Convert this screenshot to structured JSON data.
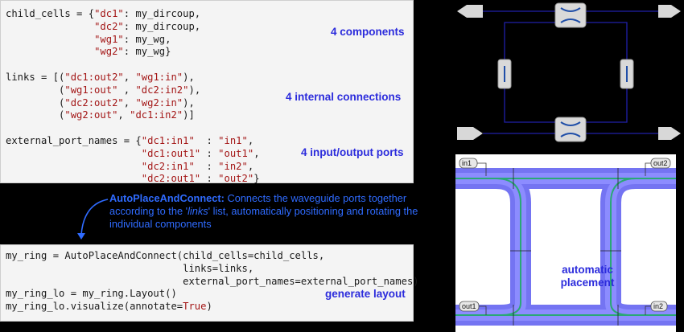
{
  "code_top": {
    "lines": [
      [
        [
          "k",
          "child_cells = {"
        ],
        [
          "s",
          "\"dc1\""
        ],
        [
          "k",
          ": my_dircoup,"
        ]
      ],
      [
        [
          "k",
          "               "
        ],
        [
          "s",
          "\"dc2\""
        ],
        [
          "k",
          ": my_dircoup,"
        ]
      ],
      [
        [
          "k",
          "               "
        ],
        [
          "s",
          "\"wg1\""
        ],
        [
          "k",
          ": my_wg,"
        ]
      ],
      [
        [
          "k",
          "               "
        ],
        [
          "s",
          "\"wg2\""
        ],
        [
          "k",
          ": my_wg}"
        ]
      ],
      [
        [
          "k",
          ""
        ]
      ],
      [
        [
          "k",
          "links = [("
        ],
        [
          "s",
          "\"dc1:out2\""
        ],
        [
          "k",
          ", "
        ],
        [
          "s",
          "\"wg1:in\""
        ],
        [
          "k",
          "),"
        ]
      ],
      [
        [
          "k",
          "         ("
        ],
        [
          "s",
          "\"wg1:out\""
        ],
        [
          "k",
          " , "
        ],
        [
          "s",
          "\"dc2:in2\""
        ],
        [
          "k",
          "),"
        ]
      ],
      [
        [
          "k",
          "         ("
        ],
        [
          "s",
          "\"dc2:out2\""
        ],
        [
          "k",
          ", "
        ],
        [
          "s",
          "\"wg2:in\""
        ],
        [
          "k",
          "),"
        ]
      ],
      [
        [
          "k",
          "         ("
        ],
        [
          "s",
          "\"wg2:out\""
        ],
        [
          "k",
          ", "
        ],
        [
          "s",
          "\"dc1:in2\""
        ],
        [
          "k",
          ")]"
        ]
      ],
      [
        [
          "k",
          ""
        ]
      ],
      [
        [
          "k",
          "external_port_names = {"
        ],
        [
          "s",
          "\"dc1:in1\""
        ],
        [
          "k",
          "  : "
        ],
        [
          "s",
          "\"in1\""
        ],
        [
          "k",
          ","
        ]
      ],
      [
        [
          "k",
          "                       "
        ],
        [
          "s",
          "\"dc1:out1\""
        ],
        [
          "k",
          " : "
        ],
        [
          "s",
          "\"out1\""
        ],
        [
          "k",
          ","
        ]
      ],
      [
        [
          "k",
          "                       "
        ],
        [
          "s",
          "\"dc2:in1\""
        ],
        [
          "k",
          "  : "
        ],
        [
          "s",
          "\"in2\""
        ],
        [
          "k",
          ","
        ]
      ],
      [
        [
          "k",
          "                       "
        ],
        [
          "s",
          "\"dc2:out1\""
        ],
        [
          "k",
          " : "
        ],
        [
          "s",
          "\"out2\""
        ],
        [
          "k",
          "}"
        ]
      ]
    ]
  },
  "code_bottom": {
    "lines": [
      [
        [
          "k",
          "my_ring = AutoPlaceAndConnect(child_cells=child_cells,"
        ]
      ],
      [
        [
          "k",
          "                              links=links,"
        ]
      ],
      [
        [
          "k",
          "                              external_port_names=external_port_names)"
        ]
      ],
      [
        [
          "k",
          "my_ring_lo = my_ring.Layout()"
        ]
      ],
      [
        [
          "k",
          "my_ring_lo.visualize(annotate="
        ],
        [
          "s",
          "True"
        ],
        [
          "k",
          ")"
        ]
      ]
    ]
  },
  "notes": {
    "components": "4 components",
    "internal": "4 internal connections",
    "ports": "4 input/output ports",
    "layout": "generate layout"
  },
  "description": {
    "bold": "AutoPlaceAndConnect:",
    "rest": " Connects the waveguide ports together according to the '",
    "italic": "links",
    "tail": "' list, automatically positioning and rotating the individual components"
  },
  "layout_view": {
    "port_labels": [
      "in1",
      "out2",
      "out1",
      "in2"
    ],
    "caption_line1": "automatic",
    "caption_line2": "placement"
  },
  "colors": {
    "note_blue": "#2b2bdc",
    "desc_blue": "#2f6bff",
    "string_red": "#a31515",
    "waveguide": "#5c5cf0",
    "waveguide_core": "#2aa876"
  }
}
